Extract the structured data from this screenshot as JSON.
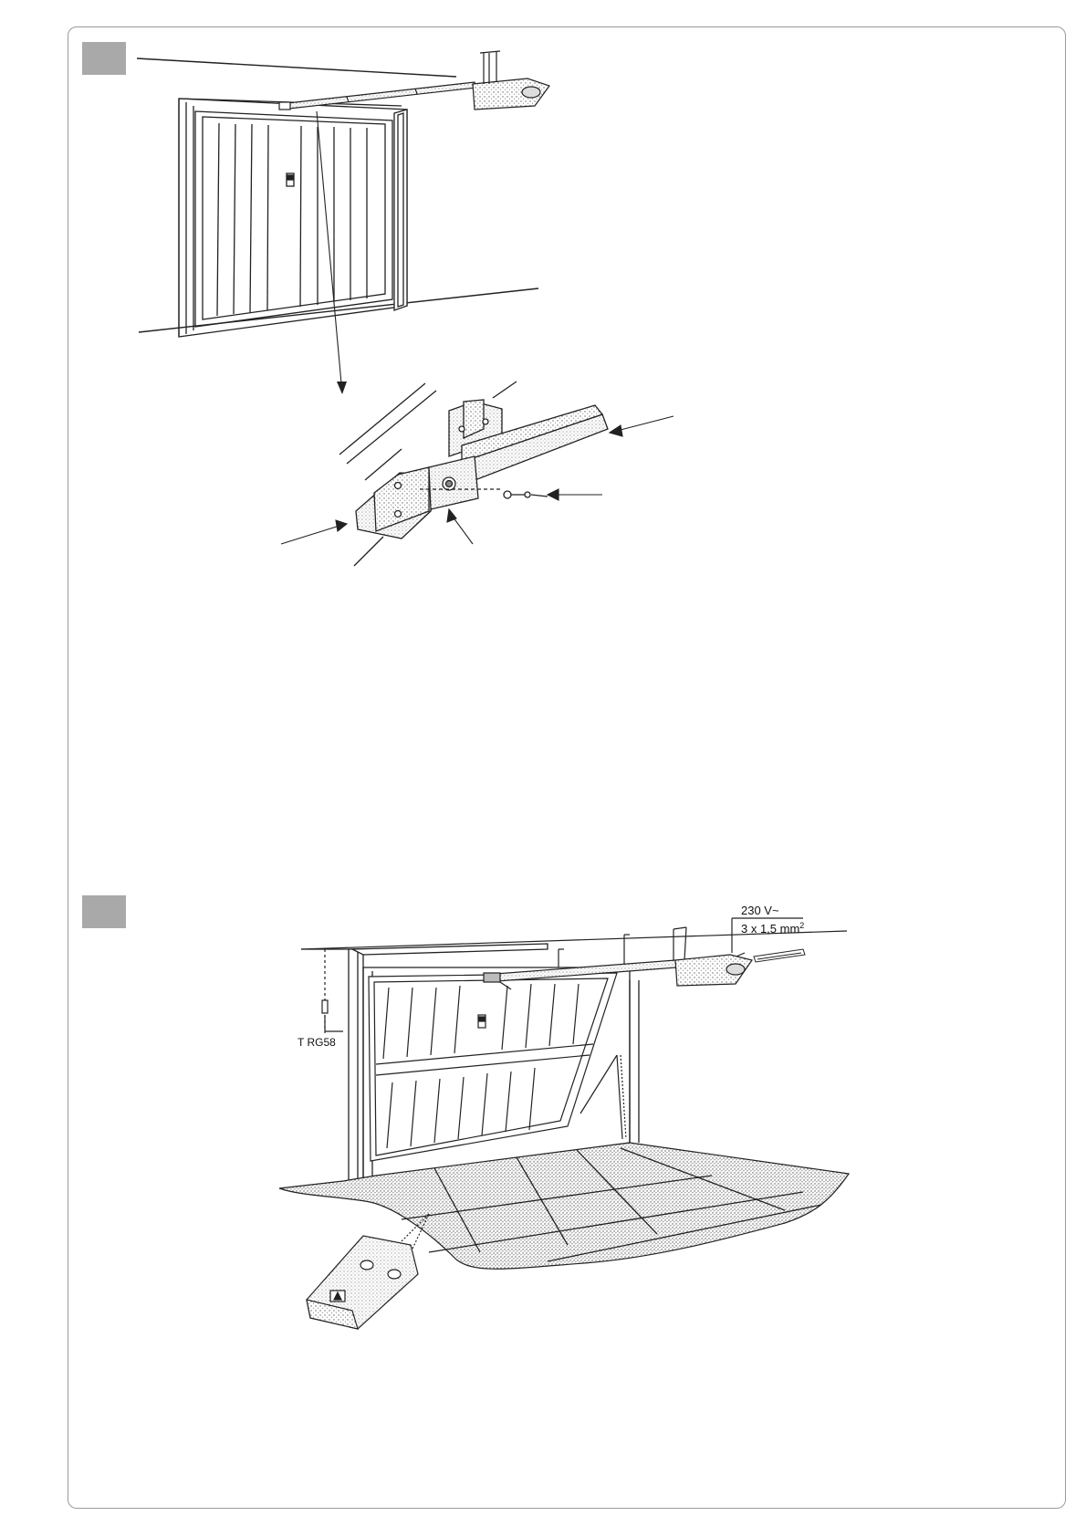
{
  "figure_markers": [
    "",
    ""
  ],
  "figure2": {
    "power_label": "230 V~",
    "cable_label_base": "3 x 1,5 mm",
    "cable_label_sup": "2",
    "antenna_label": "T RG58"
  }
}
